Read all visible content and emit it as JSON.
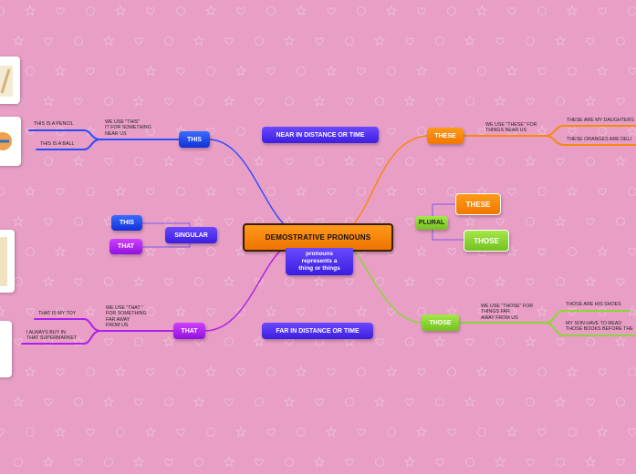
{
  "colors": {
    "background": "#e89ec5",
    "blue": "#1f4dff",
    "purple": "#b020e8",
    "orange": "#f58a0c",
    "green": "#8ad63a"
  },
  "root": "DEMOSTRATIVE PRONOUNS",
  "definition": "pronouns\nrepresents a\nthing or things",
  "near": "NEAR IN DISTANCE OR TIME",
  "far": "FAR IN DISTANCE OR TIME",
  "singular": {
    "label": "SINGULAR",
    "this": "THIS",
    "that": "THAT"
  },
  "plural": {
    "label": "PLURAL",
    "these": "THESE",
    "those": "THOSE"
  },
  "this_branch": {
    "label": "THIS",
    "rule": "WE USE \"THIS\"\nIT FOR SOMETHING\nNEAR US",
    "examples": [
      "THIS IS A PENCIL",
      "THIS IS A BALL"
    ]
  },
  "that_branch": {
    "label": "THAT",
    "rule": "WE USE \"THAT \"\nFOR SOMETHING\nFAR AWAY\nFROM US",
    "examples": [
      "THAT IS MY TOY",
      "I ALWAYS BUY IN\nTHAT SUPERMARKET"
    ]
  },
  "these_branch": {
    "label": "THESE",
    "rule": "WE USE \"THESE\" FOR\nTHINGS NEAR US",
    "examples": [
      "THESE ARE MY DAUGHTERS",
      "THESE ORANGES ARE DELI"
    ]
  },
  "those_branch": {
    "label": "THOSE",
    "rule": "WE USE \"THOSE\" FOR\nTHINGS FAR\nAWAY FROM US",
    "examples": [
      "THOSE ARE HIS SHOES",
      "MY SON HAVE TO READ\nTHOSE BOOKS BEFORE THE"
    ]
  }
}
